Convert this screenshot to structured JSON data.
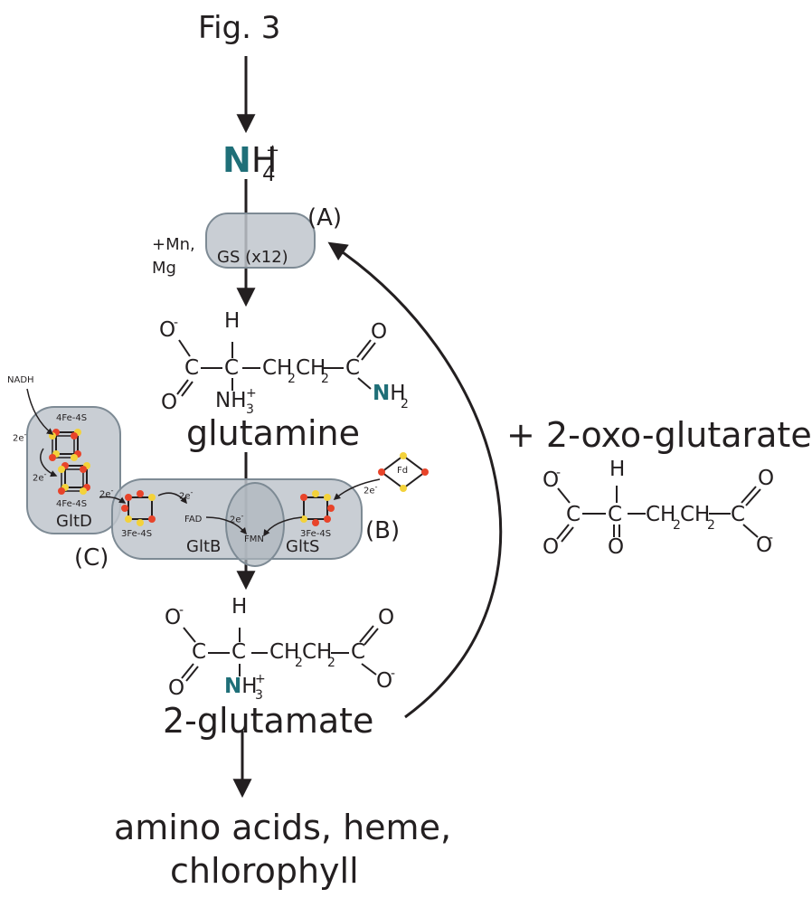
{
  "figure": {
    "title": "Fig. 3",
    "ammonium": {
      "letter": "N",
      "h": "H",
      "sub": "4",
      "sup": "+"
    },
    "cofactors": [
      "+Mn,",
      "Mg"
    ],
    "enzyme_gs": {
      "label": "GS (x12)",
      "tag": "(A)"
    },
    "glutamine": {
      "name": "glutamine",
      "atoms": {
        "o_minus": "O",
        "minus": "-",
        "c1": "C",
        "o1": "O",
        "h": "H",
        "c2": "C",
        "chain": "CH",
        "sub2": "2",
        "c3": "C",
        "o3": "O",
        "nh3": "NH",
        "sub3": "3",
        "plus": "+",
        "n": "N",
        "nh2": "H",
        "sub2b": "2"
      }
    },
    "oxoglutarate": {
      "name": "+ 2-oxo-glutarate",
      "atoms": {
        "o": "O",
        "minus": "-",
        "c": "C",
        "h": "H",
        "chain": "CH",
        "sub2": "2"
      }
    },
    "gogat": {
      "gltd": {
        "label": "GltD",
        "tag": "(C)",
        "cluster_top": "4Fe-4S",
        "cluster_bottom": "4Fe-4S"
      },
      "gltb": {
        "label": "GltB",
        "cluster": "3Fe-4S",
        "fad": "FAD",
        "fmn": "FMN"
      },
      "glts": {
        "label": "GltS",
        "tag": "(B)",
        "cluster": "3Fe-4S",
        "fd": "Fd"
      },
      "nadh": "NADH",
      "electrons": "2e",
      "electron_sup": "-"
    },
    "glutamate": {
      "name": "2-glutamate",
      "atoms": {
        "o": "O",
        "minus": "-",
        "c": "C",
        "h": "H",
        "chain": "CH",
        "sub2": "2",
        "n": "N",
        "nh3": "H",
        "sub3": "3",
        "plus": "+"
      }
    },
    "products": [
      "amino acids, heme,",
      "chlorophyll"
    ],
    "colors": {
      "teal": "#1f6f78",
      "enzyme_fill": "#bfc6cc",
      "enzyme_stroke": "#7d8a94",
      "fe_atom": "#e8442a",
      "s_atom": "#f3d23a"
    }
  }
}
